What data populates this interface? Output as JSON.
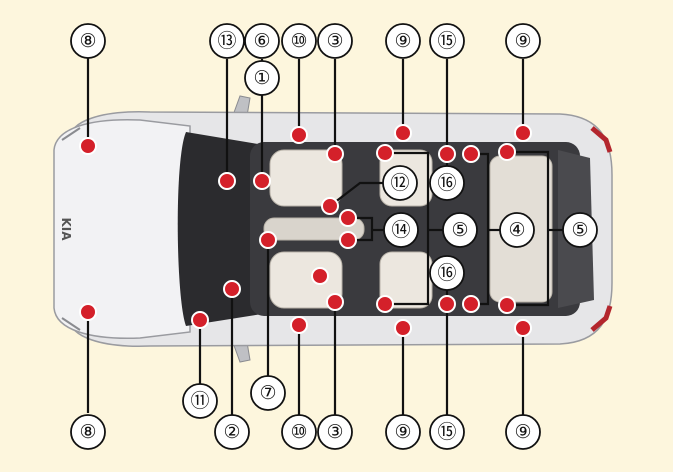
{
  "colors": {
    "background": "#fdf6dd",
    "marker_red": "#d4202a",
    "leader_line": "#111111",
    "car_body": "#e6e6e8",
    "car_glass": "#2b2b2e",
    "seat": "#ece7df"
  },
  "labels": {
    "top": [
      "⑧",
      "⑬",
      "⑥",
      "⑩",
      "③",
      "⑨",
      "⑮",
      "⑨"
    ],
    "bottom": [
      "⑧",
      "⑪",
      "②",
      "⑦",
      "⑩",
      "③",
      "⑨",
      "⑮",
      "⑨"
    ],
    "inner": [
      "①",
      "⑫",
      "⑯",
      "⑭",
      "⑤",
      "④",
      "⑤",
      "⑯"
    ]
  },
  "brand_mark": "KIA"
}
